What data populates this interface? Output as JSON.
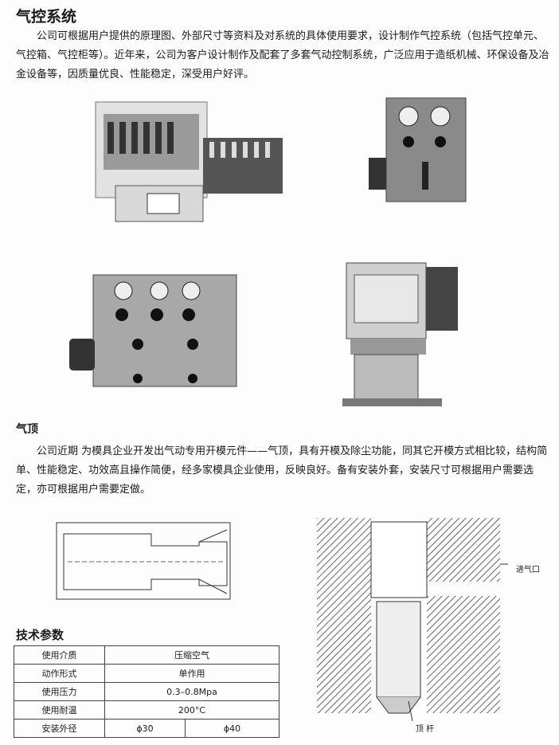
{
  "section1": {
    "title": "气控系统",
    "paragraph": "公司可根据用户提供的原理图、外部尺寸等资料及对系统的具体使用要求，设计制作气控系统（包括气控单元、气控箱、气控柜等）。近年来，公司为客户设计制作及配套了多套气动控制系统，广泛应用于造纸机械、环保设备及冶金设备等，因质量优良、性能稳定，深受用户好评。"
  },
  "section2": {
    "title": "气顶",
    "paragraph": "公司近期 为模具企业开发出气动专用开模元件——气顶，具有开模及除尘功能，同其它开模方式相比较，结构简单、性能稳定、功效高且操作简便，经多家模具企业使用，反映良好。备有安装外套，安装尺寸可根据用户需要选定，亦可根据用户需要定做。"
  },
  "diagram": {
    "inlet_label": "进气口",
    "rod_label": "顶 杆"
  },
  "specs": {
    "title": "技术参数",
    "rows": [
      {
        "label": "使用介质",
        "value": "压缩空气"
      },
      {
        "label": "动作形式",
        "value": "单作用"
      },
      {
        "label": "使用压力",
        "value": "0.3–0.8Mpa"
      },
      {
        "label": "使用耐温",
        "value": "200°C"
      },
      {
        "label": "安装外径",
        "value": "ϕ30",
        "value2": "ϕ40"
      }
    ]
  }
}
